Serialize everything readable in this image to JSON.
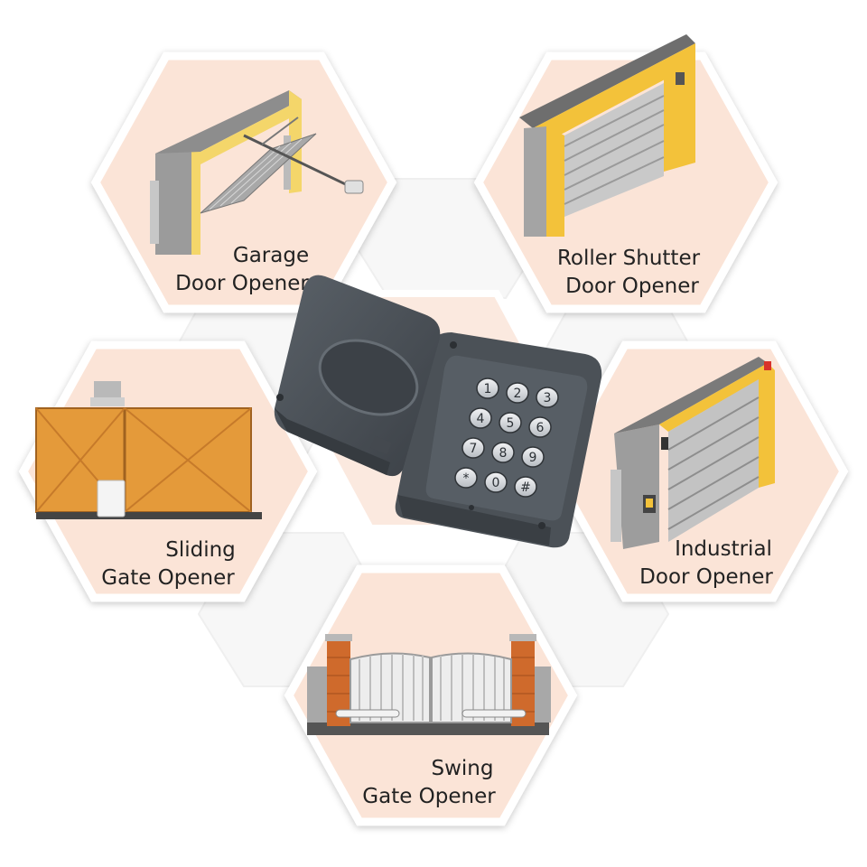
{
  "tiles": {
    "garage": {
      "line1": "Garage",
      "line2": "Door Opener"
    },
    "roller": {
      "line1": "Roller Shutter",
      "line2": "Door Opener"
    },
    "sliding": {
      "line1": "Sliding",
      "line2": "Gate Opener"
    },
    "industrial": {
      "line1": "Industrial",
      "line2": "Door Opener"
    },
    "swing": {
      "line1": "Swing",
      "line2": "Gate Opener"
    }
  },
  "keypad": {
    "keys": [
      "1",
      "2",
      "3",
      "4",
      "5",
      "6",
      "7",
      "8",
      "9",
      "*",
      "0",
      "#"
    ]
  },
  "colors": {
    "hex_fill": "#fbe6da",
    "hex_border": "#ffffff",
    "yellow": "#f7c23c",
    "orange": "#e8952e",
    "gray": "#8a8a8a",
    "keypad_body": "#4a5056",
    "brick": "#d06a2a"
  }
}
